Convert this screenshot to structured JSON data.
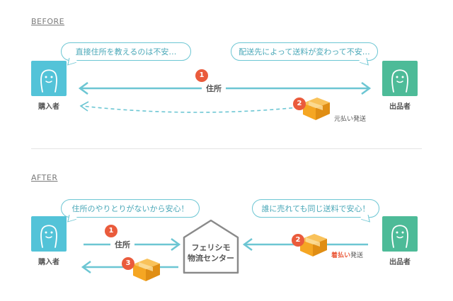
{
  "before": {
    "heading": "BEFORE",
    "buyer_bubble": "直接住所を教えるのは不安…",
    "seller_bubble": "配送先によって送料が変わって不安…",
    "buyer_label": "購入者",
    "seller_label": "出品者",
    "step1_number": "1",
    "step1_label": "住所",
    "step2_number": "2",
    "step2_label": "元払い発送"
  },
  "after": {
    "heading": "AFTER",
    "buyer_bubble": "住所のやりとりがないから安心！",
    "seller_bubble": "誰に売れても同じ送料で安心！",
    "buyer_label": "購入者",
    "seller_label": "出品者",
    "center_line1": "フェリシモ",
    "center_line2": "物流センター",
    "step1_number": "1",
    "step1_label": "住所",
    "step2_number": "2",
    "step2_label_accent": "着払い",
    "step2_label_rest": "発送",
    "step3_number": "3"
  },
  "colors": {
    "buyer": "#53c3d8",
    "seller": "#4dbb98",
    "arrow": "#6cc6d3",
    "badge": "#ea5b3c",
    "box": "#f5a623",
    "center_outline": "#8a8a8a"
  },
  "icons": {
    "buyer": "person-icon",
    "seller": "person-icon",
    "parcel": "parcel-box-icon",
    "center": "house-outline-icon"
  }
}
